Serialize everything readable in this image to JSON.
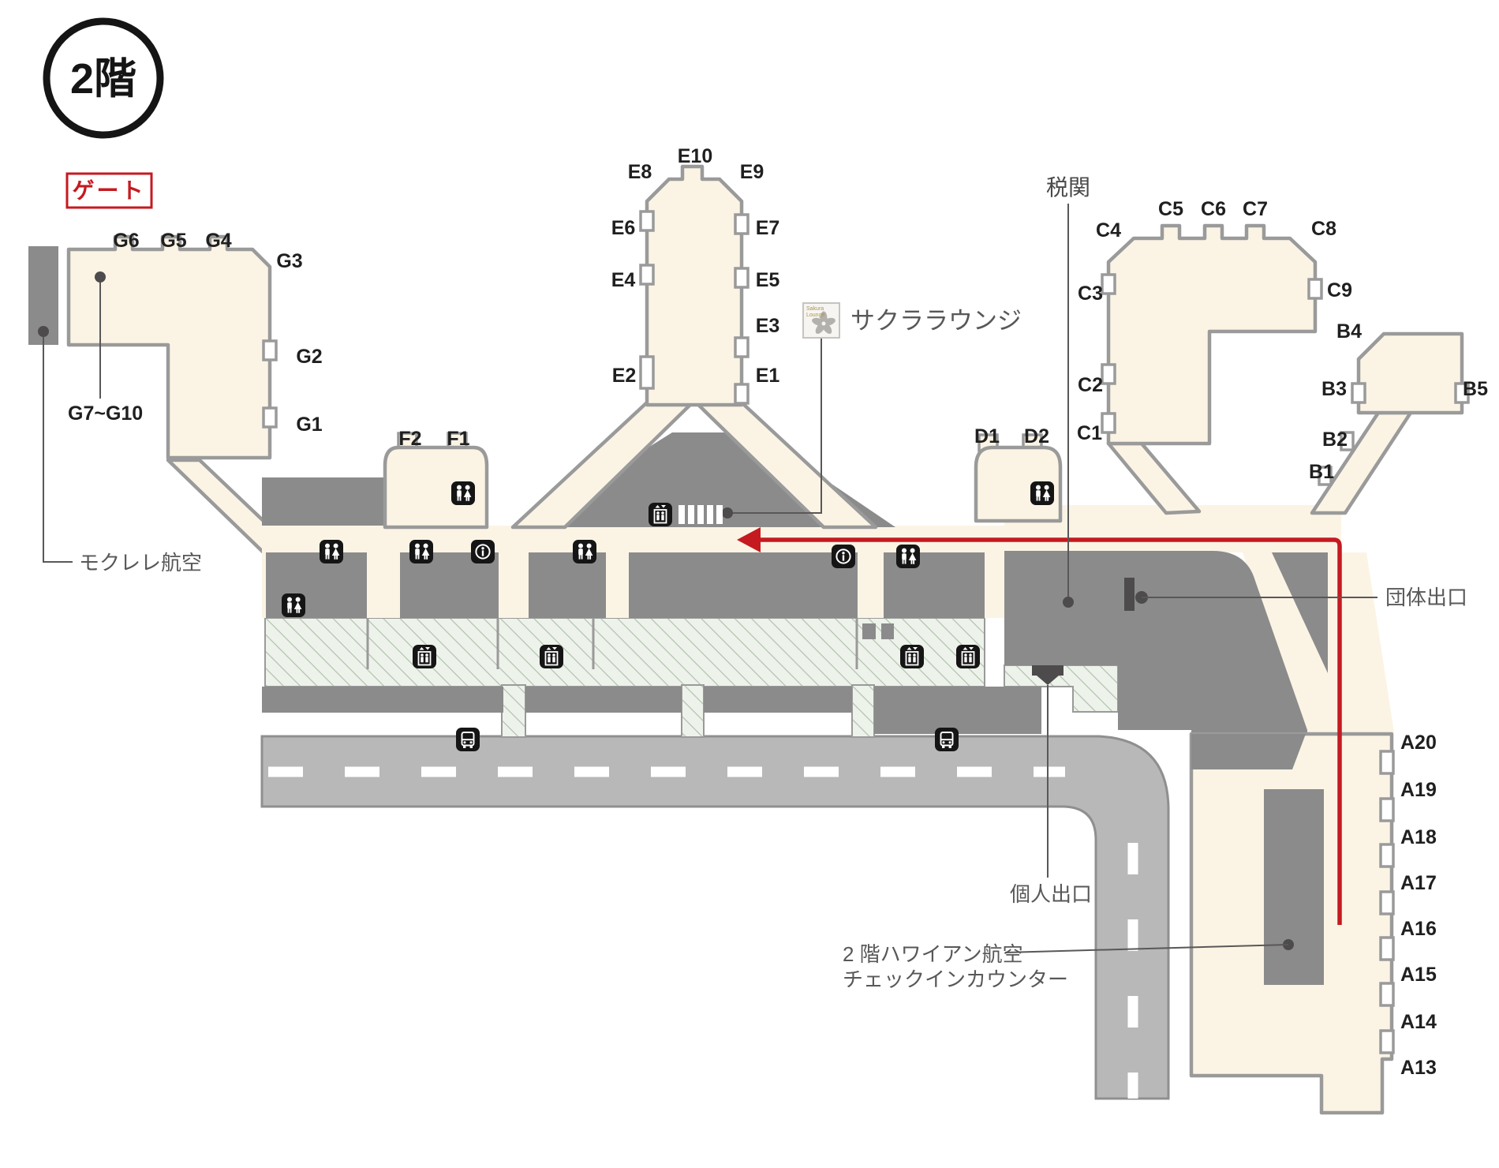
{
  "floor_badge": "2階",
  "legend": {
    "gate_label": "ゲート"
  },
  "gates": {
    "g6": "G6",
    "g5": "G5",
    "g4": "G4",
    "g3": "G3",
    "g2": "G2",
    "g1": "G1",
    "g7_10": "G7~G10",
    "f2": "F2",
    "f1": "F1",
    "e10": "E10",
    "e8": "E8",
    "e9": "E9",
    "e6": "E6",
    "e7": "E7",
    "e4": "E4",
    "e5": "E5",
    "e3": "E3",
    "e2": "E2",
    "e1": "E1",
    "d1": "D1",
    "d2": "D2",
    "c4": "C4",
    "c5": "C5",
    "c6": "C6",
    "c7": "C7",
    "c8": "C8",
    "c9": "C9",
    "c3": "C3",
    "c2": "C2",
    "c1": "C1",
    "b4": "B4",
    "b3": "B3",
    "b5": "B5",
    "b2": "B2",
    "b1": "B1",
    "a20": "A20",
    "a19": "A19",
    "a18": "A18",
    "a17": "A17",
    "a16": "A16",
    "a15": "A15",
    "a14": "A14",
    "a13": "A13"
  },
  "labels": {
    "customs": "税関",
    "sakura_lounge": "サクララウンジ",
    "mokulele": "モクレレ航空",
    "group_exit": "団体出口",
    "individual_exit": "個人出口",
    "hawaiian_checkin_line1": "2 階ハワイアン航空",
    "hawaiian_checkin_line2": "チェックインカウンター"
  },
  "lounge": {
    "badge_line1": "Sakura",
    "badge_line2": "Lounge"
  },
  "icons": [
    "restroom-icon",
    "information-icon",
    "elevator-icon",
    "stairs-icon",
    "bus-stop-icon",
    "group-exit-door-icon",
    "individual-exit-door-icon",
    "sakura-lounge-icon"
  ],
  "colors": {
    "route_red": "#c51a20",
    "floor_cream": "#fbf4e5",
    "outline_gray": "#9a9a9a",
    "block_gray": "#8b8b8b",
    "road_gray": "#b8b8b8",
    "hatch_green": "#edf3ea",
    "label_gray": "#595757",
    "icon_black": "#151515"
  }
}
